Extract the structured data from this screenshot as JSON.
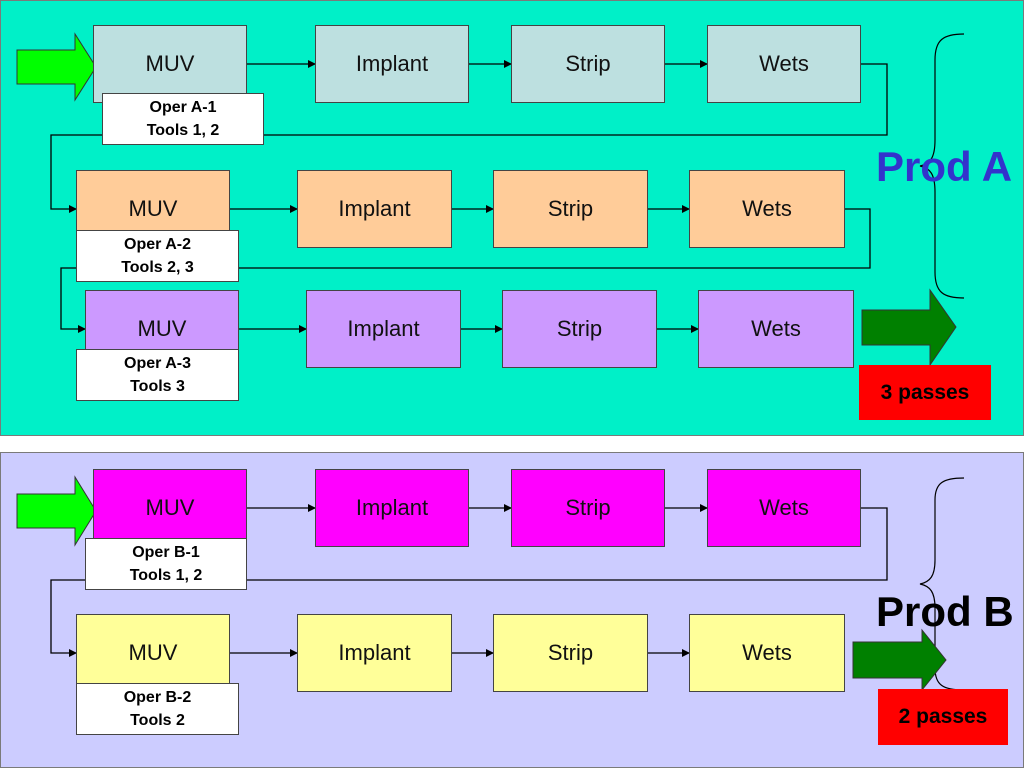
{
  "panels": {
    "prod_a": {
      "title": "Prod A",
      "passes": "3 passes",
      "rows": [
        {
          "steps": [
            "MUV",
            "Implant",
            "Strip",
            "Wets"
          ],
          "oper": "Oper A-1",
          "tools": "Tools 1, 2",
          "color": "#bde0e0"
        },
        {
          "steps": [
            "MUV",
            "Implant",
            "Strip",
            "Wets"
          ],
          "oper": "Oper A-2",
          "tools": "Tools 2, 3",
          "color": "#ffcc99"
        },
        {
          "steps": [
            "MUV",
            "Implant",
            "Strip",
            "Wets"
          ],
          "oper": "Oper A-3",
          "tools": "Tools 3",
          "color": "#cc99ff"
        }
      ]
    },
    "prod_b": {
      "title": "Prod B",
      "passes": "2 passes",
      "rows": [
        {
          "steps": [
            "MUV",
            "Implant",
            "Strip",
            "Wets"
          ],
          "oper": "Oper B-1",
          "tools": "Tools 1, 2",
          "color": "#ff00ff"
        },
        {
          "steps": [
            "MUV",
            "Implant",
            "Strip",
            "Wets"
          ],
          "oper": "Oper B-2",
          "tools": "Tools 2",
          "color": "#ffff99"
        }
      ]
    }
  },
  "colors": {
    "panel_a_bg": "#00f0c8",
    "panel_b_bg": "#ccccff",
    "prod_a_title": "#3333cc",
    "prod_b_title": "#000000",
    "start_arrow": "#00ff00",
    "end_arrow": "#008000",
    "passes_bg": "#ff0000"
  }
}
